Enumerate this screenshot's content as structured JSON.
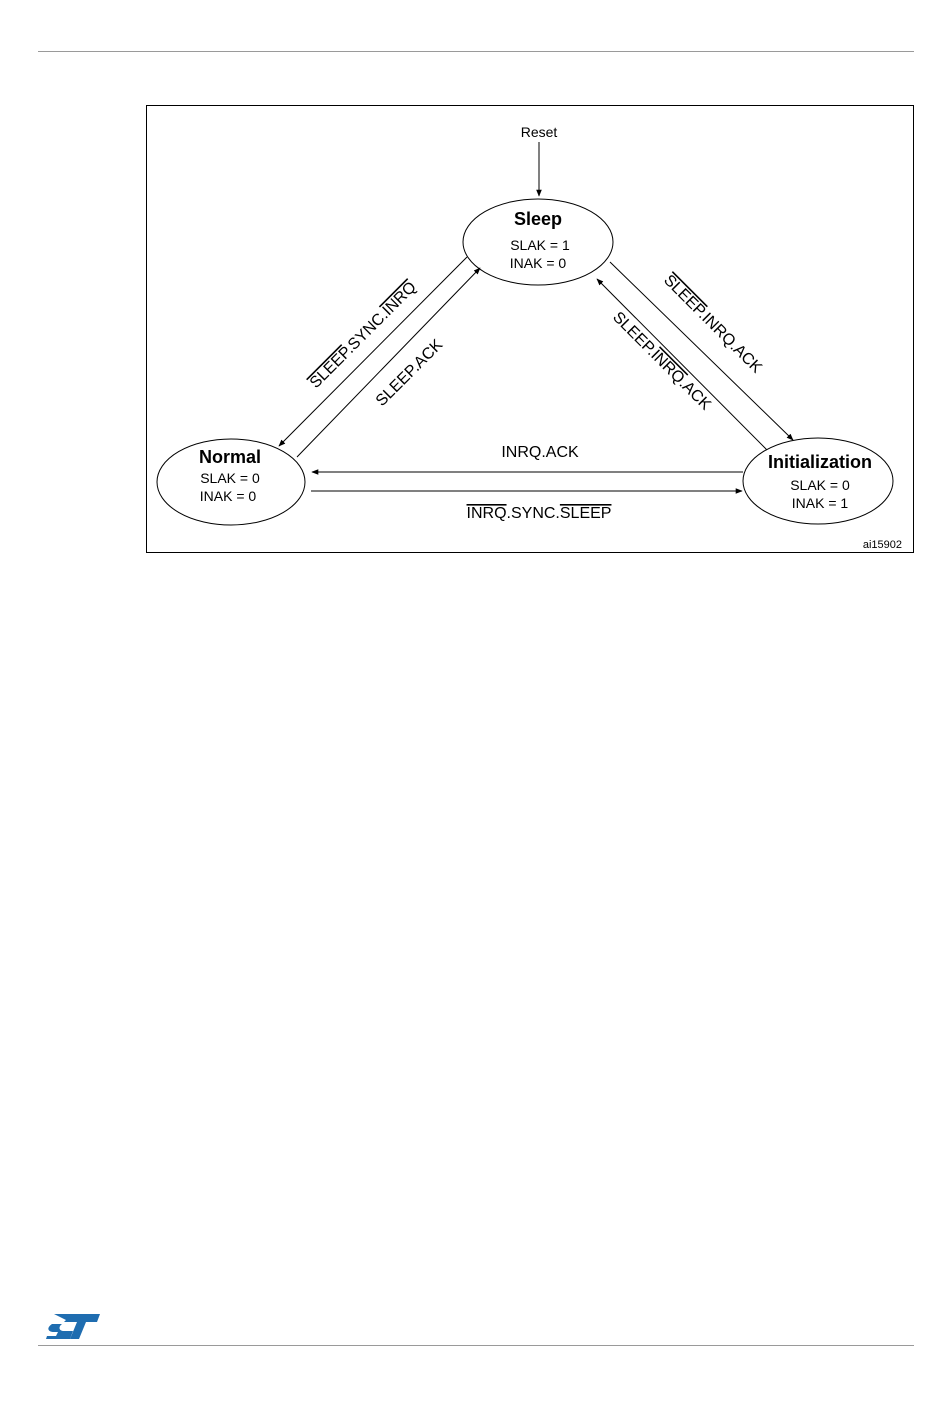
{
  "diagram": {
    "id_label": "ai15902",
    "reset_label": "Reset",
    "states": {
      "sleep": {
        "title": "Sleep",
        "line1": "SLAK = 1",
        "line2": "INAK = 0"
      },
      "normal": {
        "title": "Normal",
        "line1": "SLAK = 0",
        "line2": "INAK = 0"
      },
      "init": {
        "title": "Initialization",
        "line1": "SLAK = 0",
        "line2": "INAK = 1"
      }
    },
    "transitions": {
      "sleep_to_normal": {
        "a": "SLEEP",
        "b": ".SYNC.",
        "c": "INRQ"
      },
      "normal_to_sleep": {
        "text": "SLEEP.ACK"
      },
      "sleep_to_init": {
        "a": "SLEEP",
        "b": ".INRQ.ACK"
      },
      "init_to_sleep": {
        "a": "SLEEP.",
        "b": "INRQ",
        "c": ".ACK"
      },
      "init_to_normal": {
        "text": "INRQ.ACK"
      },
      "normal_to_init": {
        "a": "INRQ",
        "b": ".SYNC.",
        "c": "SLEEP"
      }
    }
  },
  "logo": {
    "name": "st-logo-icon",
    "color": "#1f6db0"
  }
}
